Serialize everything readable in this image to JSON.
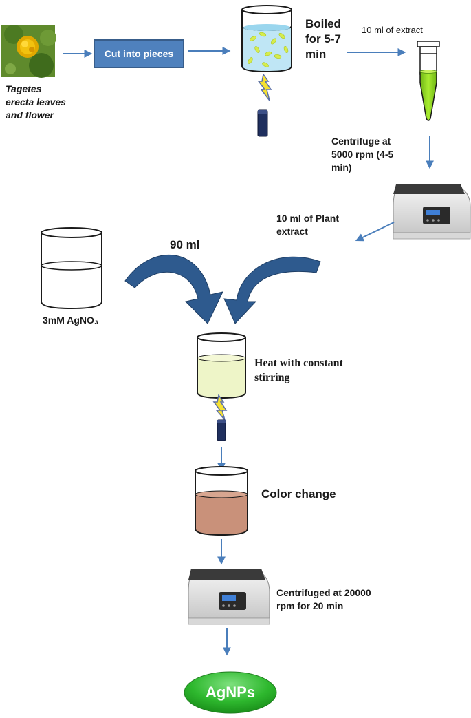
{
  "steps": {
    "cut": "Cut into pieces",
    "boiled": "Boiled for 5-7 min",
    "extract_vol": "10 ml of extract",
    "centrifuge1": "Centrifuge at 5000 rpm (4-5 min)",
    "plant_extract": "10 ml of Plant extract",
    "vol_90": "90 ml",
    "agno3": "3mM  AgNO₃",
    "heat": "Heat with constant stirring",
    "color_change": "Color change",
    "centrifuge2": "Centrifuged at 20000 rpm for 20 min",
    "product": "AgNPs"
  },
  "source_label": "Tagetes erecta  leaves and flower",
  "colors": {
    "arrow": "#4a7ebb",
    "box_fill": "#4f81bd",
    "box_border": "#385d8a",
    "big_arrow": "#2e5a8e",
    "extract_green": "#8fd61e",
    "heat_liquid": "#eef5c8",
    "color_change_liquid": "#c9917a",
    "pill_green": "#2eb82e"
  }
}
